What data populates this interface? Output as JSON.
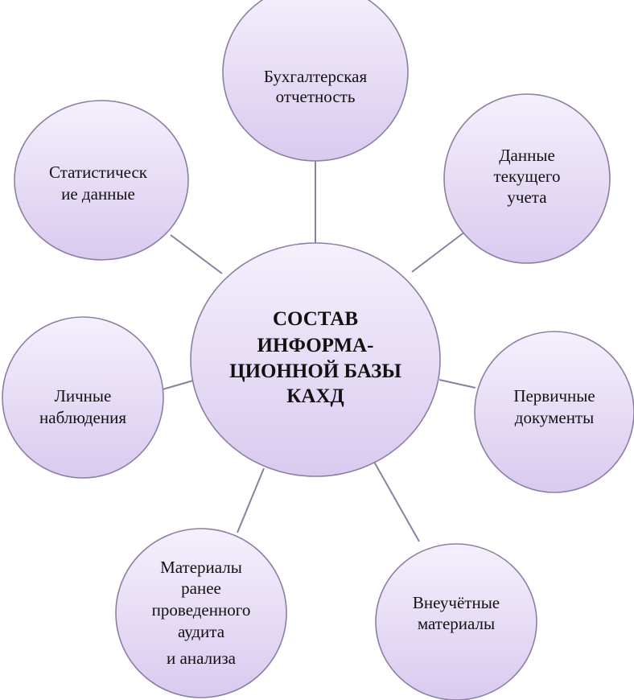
{
  "center": {
    "lines": [
      "СОСТАВ",
      "ИНФОРМА-",
      "ЦИОННОЙ БАЗЫ",
      "КАХД"
    ]
  },
  "nodes": [
    {
      "id": "accounting-reports",
      "lines": [
        "Бухгалтерская",
        "отчетность"
      ]
    },
    {
      "id": "current-accounting-data",
      "lines": [
        "Данные",
        "текущего",
        "учета"
      ]
    },
    {
      "id": "primary-documents",
      "lines": [
        "Первичные",
        "документы"
      ]
    },
    {
      "id": "non-accounting-materials",
      "lines": [
        "Внеучётные",
        "материалы"
      ]
    },
    {
      "id": "previous-audit-materials",
      "lines": [
        "Материалы",
        "ранее",
        "проведенного",
        "аудита",
        "и анализа"
      ]
    },
    {
      "id": "personal-observations",
      "lines": [
        "Личные",
        "наблюдения"
      ]
    },
    {
      "id": "statistical-data",
      "lines": [
        "Статистическ",
        "ие данные"
      ]
    }
  ],
  "colors": {
    "fill_top": "#f5f0fc",
    "fill_bottom": "#d9caef",
    "stroke": "#8c7fa3"
  }
}
